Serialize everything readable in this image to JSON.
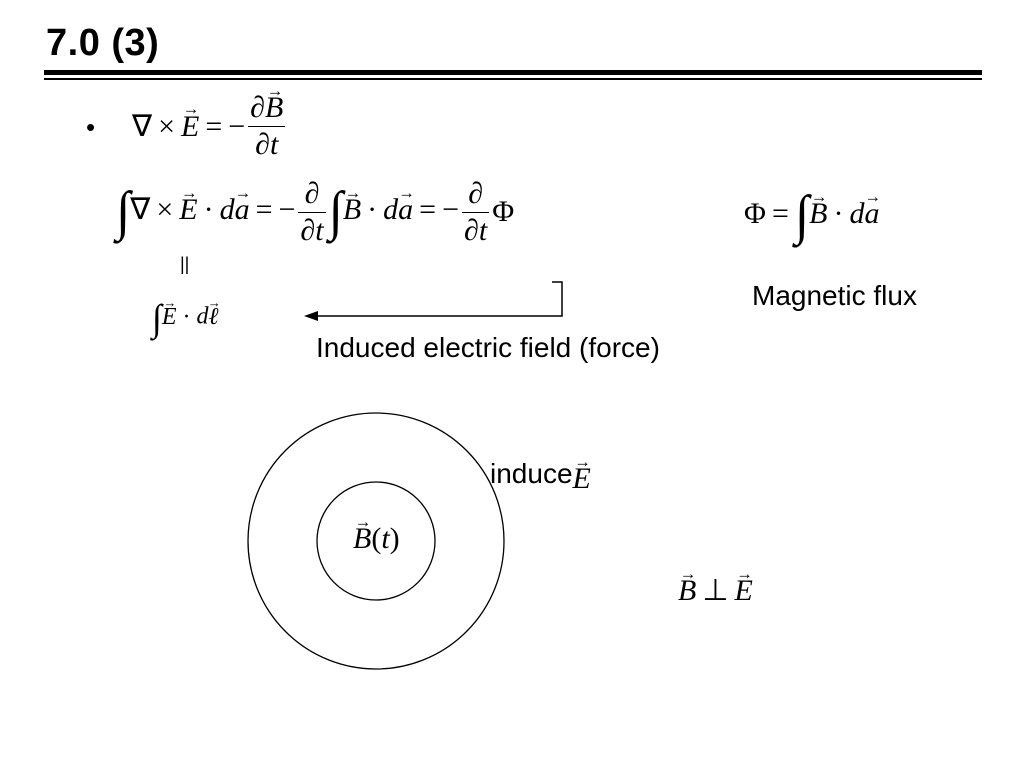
{
  "slide": {
    "title": "7.0 (3)",
    "bullet": "•",
    "equals_sign": "||",
    "magnetic_flux_label": "Magnetic flux",
    "induced_field_label": "Induced electric field (force)",
    "induce_label": "induce"
  }
}
